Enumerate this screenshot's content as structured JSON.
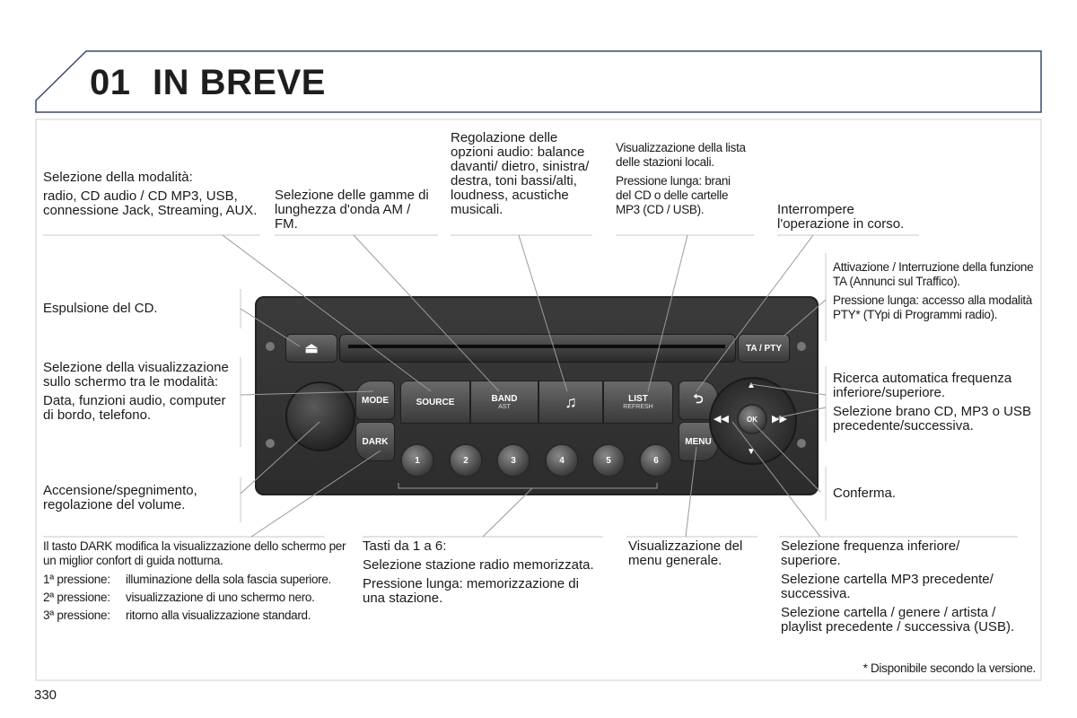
{
  "header": {
    "number": "01",
    "title": "IN BREVE"
  },
  "labels": {
    "mode_select_title": "Selezione della modalità:",
    "mode_select_desc": "radio, CD audio / CD MP3, USB, connessione Jack, Streaming, AUX.",
    "band_desc": "Selezione delle gamme di lunghezza d'onda AM / FM.",
    "audio_options": "Regolazione delle opzioni audio: balance davanti/ dietro, sinistra/ destra, toni bassi/alti, loudness, acustiche musicali.",
    "list_desc": "Visualizzazione della lista delle stazioni locali.",
    "list_long": "Pressione lunga: brani del CD o delle cartelle MP3 (CD / USB).",
    "back_desc": "Interrompere l'operazione in corso.",
    "ta_desc": "Attivazione / Interruzione della funzione TA (Annunci sul Traffico).",
    "ta_long": "Pressione lunga: accesso alla modalità PTY* (TYpi di Programmi radio).",
    "eject": "Espulsione del CD.",
    "mode_screen_title": "Selezione della visualizzazione sullo schermo tra le modalità:",
    "mode_screen_desc": "Data, funzioni audio, computer di bordo, telefono.",
    "seek_desc": "Ricerca automatica frequenza inferiore/superiore.",
    "track_desc": "Selezione brano CD, MP3 o USB precedente/successiva.",
    "power": "Accensione/spegnimento, regolazione del volume.",
    "confirm": "Conferma.",
    "dark_intro": "Il tasto DARK modifica la visualizzazione dello schermo per un miglior confort di guida notturna.",
    "dark_presses": [
      {
        "key": "1ª pressione:",
        "text": "illuminazione della sola fascia superiore."
      },
      {
        "key": "2ª pressione:",
        "text": "visualizzazione di uno schermo nero."
      },
      {
        "key": "3ª pressione:",
        "text": "ritorno alla visualizzazione standard."
      }
    ],
    "presets_title": "Tasti da 1 a 6:",
    "presets_select": "Selezione stazione radio memorizzata.",
    "presets_long": "Pressione lunga: memorizzazione di una stazione.",
    "menu_desc": "Visualizzazione del menu generale.",
    "freq_desc": "Selezione frequenza inferiore/ superiore.",
    "mp3_folder": "Selezione cartella MP3 precedente/ successiva.",
    "folder_genre": "Selezione cartella / genere / artista / playlist precedente / successiva (USB).",
    "footnote": "* Disponibile secondo la versione.",
    "page_number": "330"
  },
  "radio": {
    "buttons": {
      "source": "SOURCE",
      "band": "BAND",
      "band_sub": "AST",
      "note": "♫",
      "list": "LIST",
      "list_sub": "REFRESH",
      "back": "⮌",
      "ta_pty": "TA / PTY",
      "mode": "MODE",
      "dark": "DARK",
      "menu": "MENU",
      "ok": "OK",
      "eject": "⏏",
      "presets": [
        "1",
        "2",
        "3",
        "4",
        "5",
        "6"
      ]
    }
  }
}
